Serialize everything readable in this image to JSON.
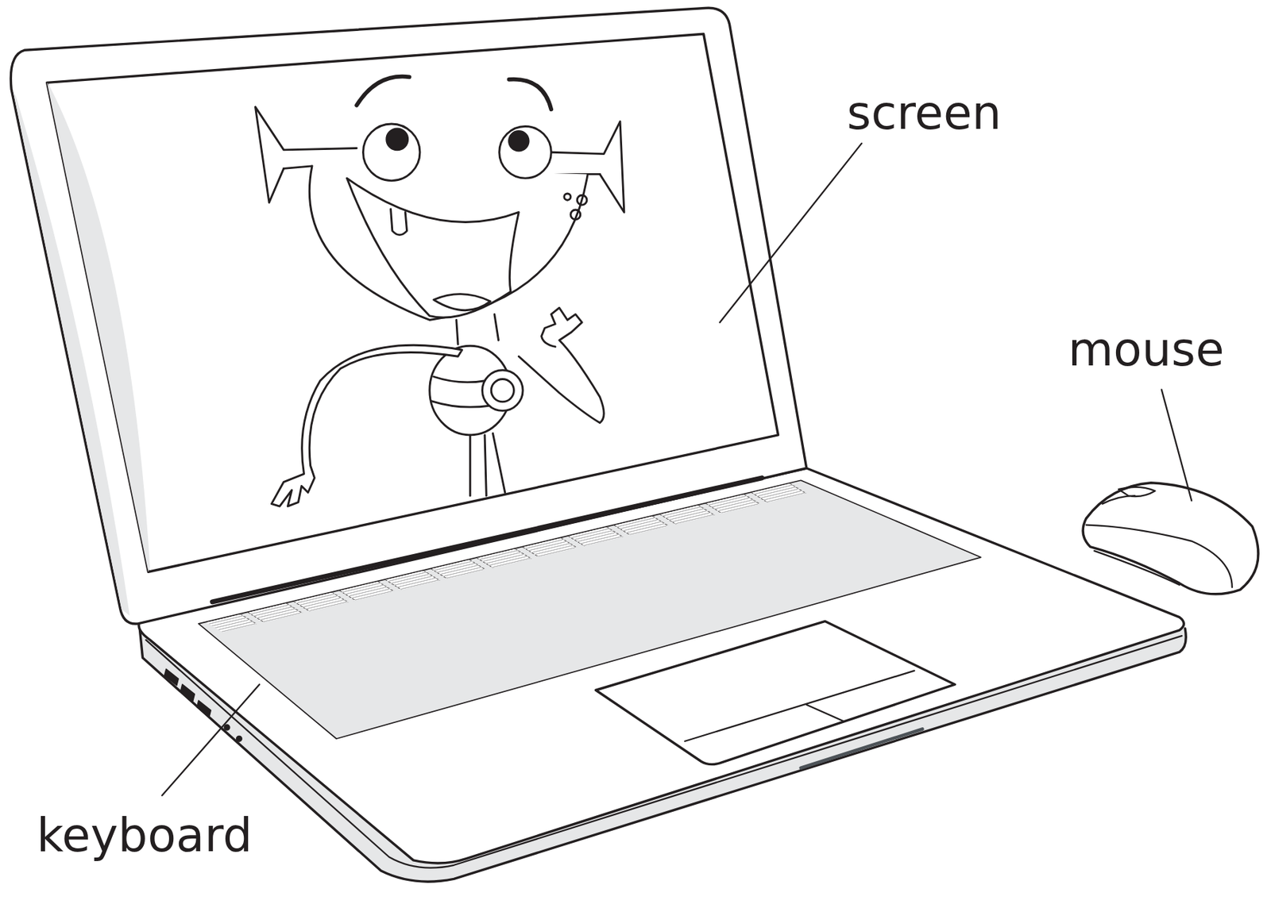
{
  "diagram": {
    "labels": [
      "screen",
      "mouse",
      "keyboard"
    ]
  }
}
